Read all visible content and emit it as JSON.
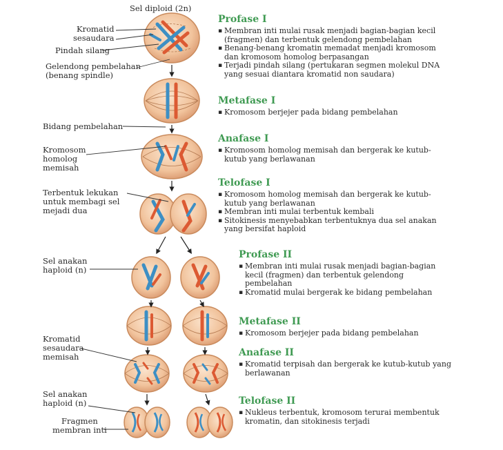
{
  "title": "Sel  diploid (2n)",
  "labels": {
    "kromatid_sesaudara": "Kromatid\nsesaudara",
    "pindah_silang": "Pindah silang",
    "gelendong": "Gelendong pembelahan\n(benang spindle)",
    "bidang_pembelahan": "Bidang pembelahan",
    "kromosom_homolog_memisah": "Kromosom\nhomolog\nmemisah",
    "lekukan": "Terbentuk lekukan\nuntuk membagi sel\nmejadi dua",
    "sel_anakan_1": "Sel anakan\nhaploid (n)",
    "kromatid_memisah": "Kromatid\nsesaudara\nmemisah",
    "sel_anakan_2": "Sel anakan\nhaploid (n)",
    "fragmen": "Fragmen\nmembran inti"
  },
  "phases": [
    {
      "name": "Profase I",
      "bullets": [
        "Membran inti mulai rusak menjadi bagian-bagian kecil (fragmen) dan terbentuk gelendong pembelahan",
        "Benang-benang kromatin memadat menjadi kromosom dan kromosom homolog berpasangan",
        "Terjadi pindah silang (pertukaran segmen molekul DNA yang sesuai diantara kromatid non saudara)"
      ]
    },
    {
      "name": "Metafase I",
      "bullets": [
        "Kromosom berjejer pada bidang pembelahan"
      ]
    },
    {
      "name": "Anafase I",
      "bullets": [
        "Kromosom homolog memisah dan bergerak ke kutub-kutub yang berlawanan"
      ]
    },
    {
      "name": "Telofase I",
      "bullets": [
        "Kromosom homolog memisah dan bergerak ke kutub-kutub yang berlawanan",
        "Membran inti mulai terbentuk kembali",
        "Sitokinesis menyebabkan terbentuknya dua sel anakan yang bersifat haploid"
      ]
    },
    {
      "name": "Profase II",
      "bullets": [
        "Membran inti mulai rusak menjadi bagian-bagian kecil (fragmen) dan terbentuk gelendong pembelahan",
        "Kromatid mulai bergerak ke bidang pembelahan"
      ]
    },
    {
      "name": "Metafase II",
      "bullets": [
        "Kromosom berjejer pada bidang pembelahan"
      ]
    },
    {
      "name": "Anafase II",
      "bullets": [
        "Kromatid terpisah dan bergerak ke kutub-kutub yang berlawanan"
      ]
    },
    {
      "name": "Telofase II",
      "bullets": [
        "Nukleus terbentuk, kromosom terurai membentuk kromatin, dan sitokinesis terjadi"
      ]
    }
  ],
  "colors": {
    "phase_heading": "#3f9a52",
    "cell_fill": "#f3c9a4",
    "cell_edge": "#c98a5c",
    "chromosome_blue": "#3d8fc4",
    "chromosome_red": "#dc5a33",
    "spindle": "#b57b52"
  }
}
